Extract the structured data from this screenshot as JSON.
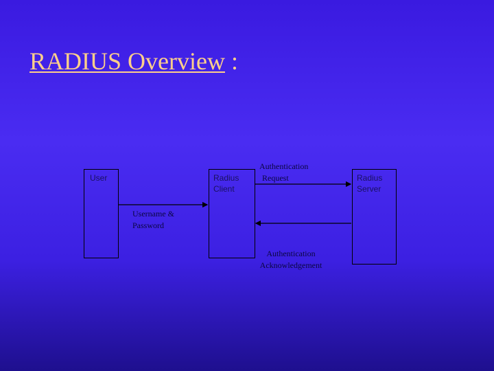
{
  "slide": {
    "title_main": "RADIUS Overview",
    "title_suffix": " :",
    "title_color": "#ffcf8a"
  },
  "diagram": {
    "entities": {
      "user": {
        "label_line1": "User",
        "label_line2": ""
      },
      "radius_client": {
        "label_line1": "Radius",
        "label_line2": "Client"
      },
      "radius_server": {
        "label_line1": "Radius",
        "label_line2": "Server"
      }
    },
    "messages": {
      "credentials": {
        "line1": "Username &",
        "line2": "Password"
      },
      "auth_request": {
        "line1": "Authentication",
        "line2": "Request"
      },
      "auth_ack": {
        "line1": "Authentication",
        "line2": "Acknowledgement"
      }
    }
  }
}
